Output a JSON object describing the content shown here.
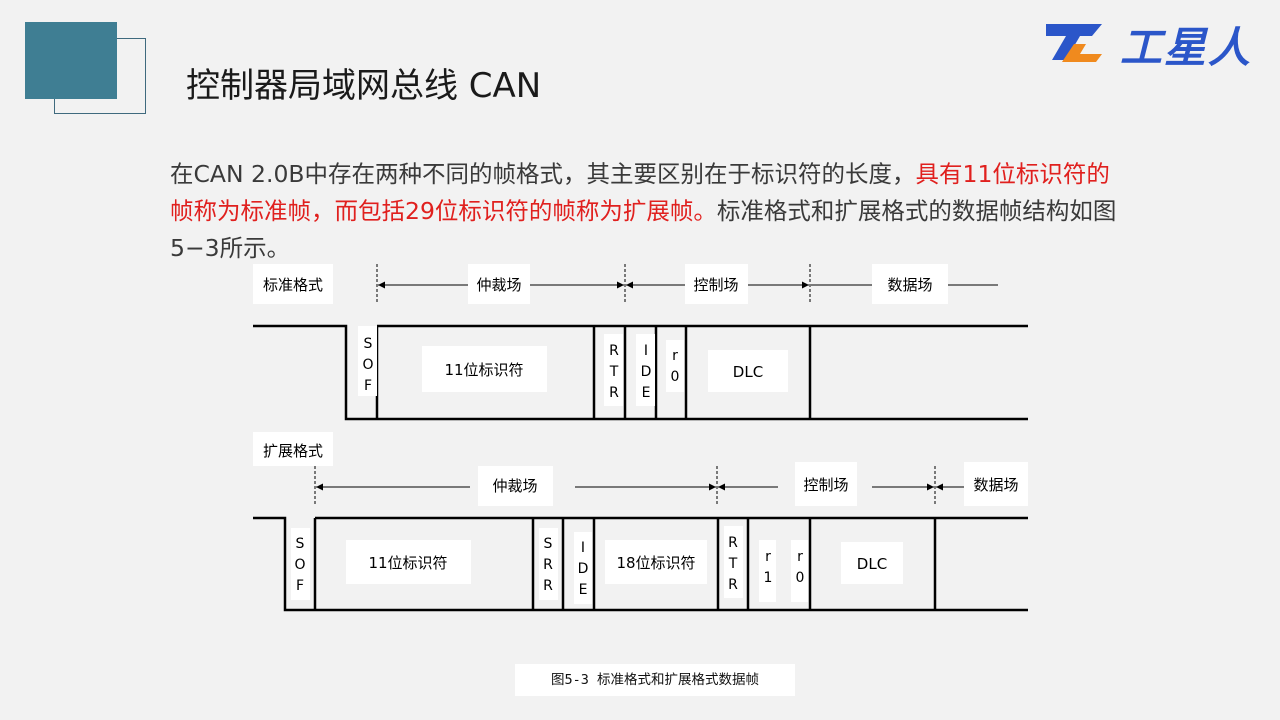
{
  "title": "控制器局域网总线 CAN",
  "logo": {
    "text": "工星人",
    "accent": "#2b56c9",
    "accent2": "#f08a1e"
  },
  "paragraph": {
    "part1": "在CAN 2.0B中存在两种不同的帧格式，其主要区别在于标识符的长度，",
    "highlight": "具有11位标识符的帧称为标准帧，而包括29位标识符的帧称为扩展帧。",
    "part2": "标准格式和扩展格式的数据帧结构如图5−3所示。"
  },
  "colors": {
    "highlight": "#e0201e",
    "deco": "#3f7e93"
  },
  "diagram": {
    "standard": {
      "label": "标准格式",
      "fields": {
        "arbitration": "仲裁场",
        "control": "控制场",
        "data": "数据场"
      },
      "bits": {
        "sof": [
          "S",
          "O",
          "F"
        ],
        "identifier": "11位标识符",
        "rtr": [
          "R",
          "T",
          "R"
        ],
        "ide": [
          "I",
          "D",
          "E"
        ],
        "r0": [
          "r",
          "0"
        ],
        "dlc": "DLC"
      }
    },
    "extended": {
      "label": "扩展格式",
      "fields": {
        "arbitration": "仲裁场",
        "control": "控制场",
        "data": "数据场"
      },
      "bits": {
        "sof": [
          "S",
          "O",
          "F"
        ],
        "identifier11": "11位标识符",
        "srr": [
          "S",
          "R",
          "R"
        ],
        "ide": [
          "I",
          "D",
          "E"
        ],
        "identifier18": "18位标识符",
        "rtr": [
          "R",
          "T",
          "R"
        ],
        "r1": [
          "r",
          "1"
        ],
        "r0": [
          "r",
          "0"
        ],
        "dlc": "DLC"
      }
    }
  },
  "caption": "图5-3 标准格式和扩展格式数据帧"
}
